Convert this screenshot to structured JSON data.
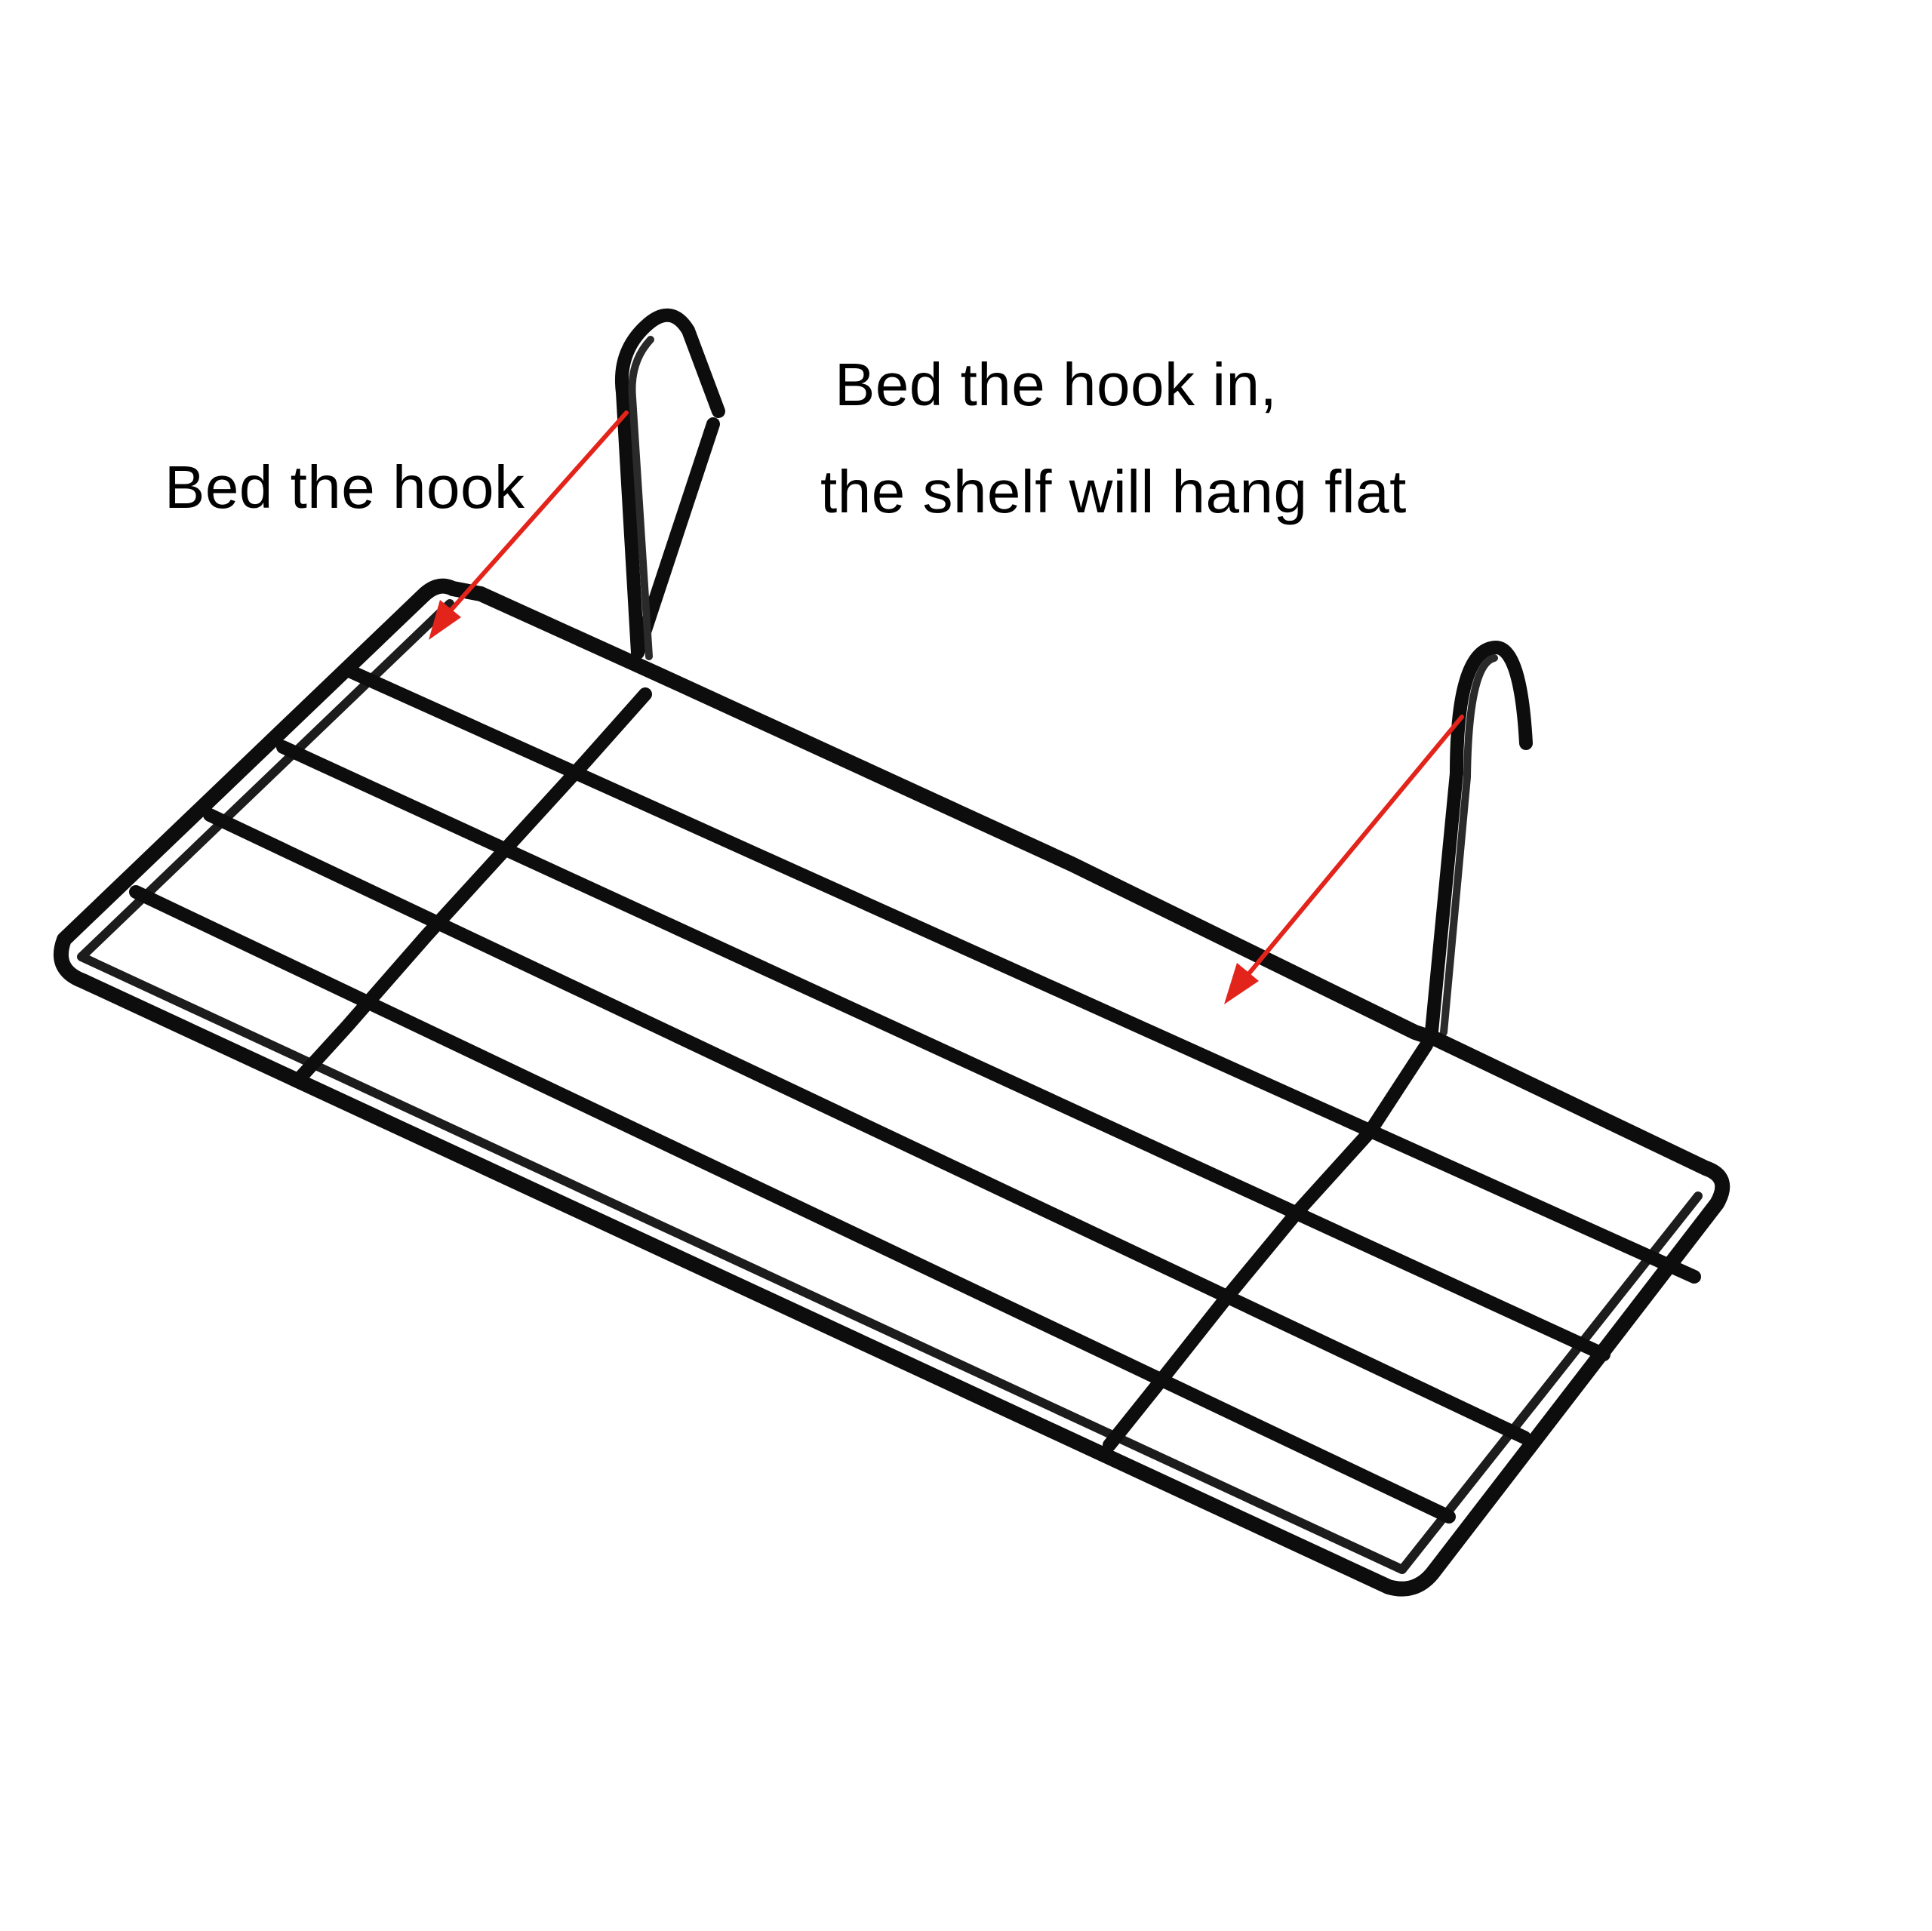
{
  "annotations": {
    "left_caption": "Bed the hook",
    "right_caption_line1": "Bed the hook in,",
    "right_caption_line2": "the shelf will hang flat"
  },
  "photo": {
    "subject": "wire-shelf",
    "wire_color": "#0d0d0d",
    "arrow_color": "#e3241b",
    "background_color": "#ffffff"
  }
}
